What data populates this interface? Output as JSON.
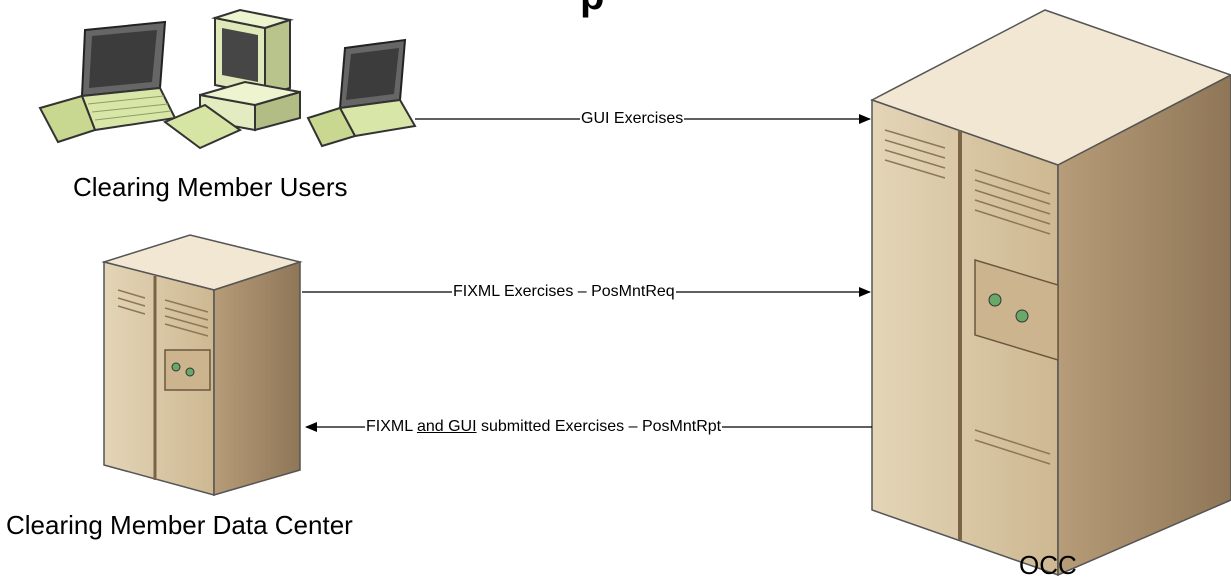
{
  "header_fragment": "p",
  "nodes": {
    "users_label": "Clearing Member Users",
    "datacenter_label": "Clearing Member Data Center",
    "occ_label": "OCC"
  },
  "flows": {
    "gui": "GUI Exercises",
    "fixml": "FIXML Exercises – PosMntReq",
    "report_pre": "FIXML ",
    "report_underline": "and GUI",
    "report_post": " submitted Exercises – PosMntRpt"
  },
  "colors": {
    "server_front": "#d9c7a6",
    "server_side": "#a99070",
    "server_top": "#efe4cc",
    "screen": "#4a4a4a",
    "keys": "#e9f3cc",
    "led": "#6aa86a"
  }
}
